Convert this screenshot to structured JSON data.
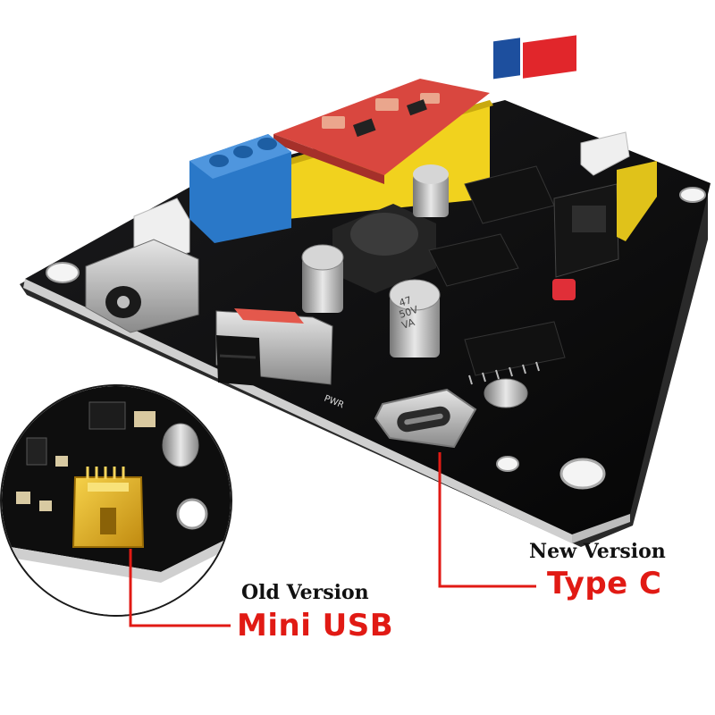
{
  "image_description_labels": {
    "new_version": {
      "title": "New Version",
      "name": "Type C"
    },
    "old_version": {
      "title": "Old Version",
      "name": "Mini USB"
    }
  },
  "board_silkscreen": {
    "cap_label": [
      "47",
      "50V",
      "VA"
    ],
    "pwr_label": "PWR"
  },
  "colors": {
    "callout_red": "#e11a14",
    "board": "#0f0f10",
    "terminal_blue": "#2a78c8",
    "driver_red": "#d9473f",
    "usb_gold": "#e3b21c"
  }
}
